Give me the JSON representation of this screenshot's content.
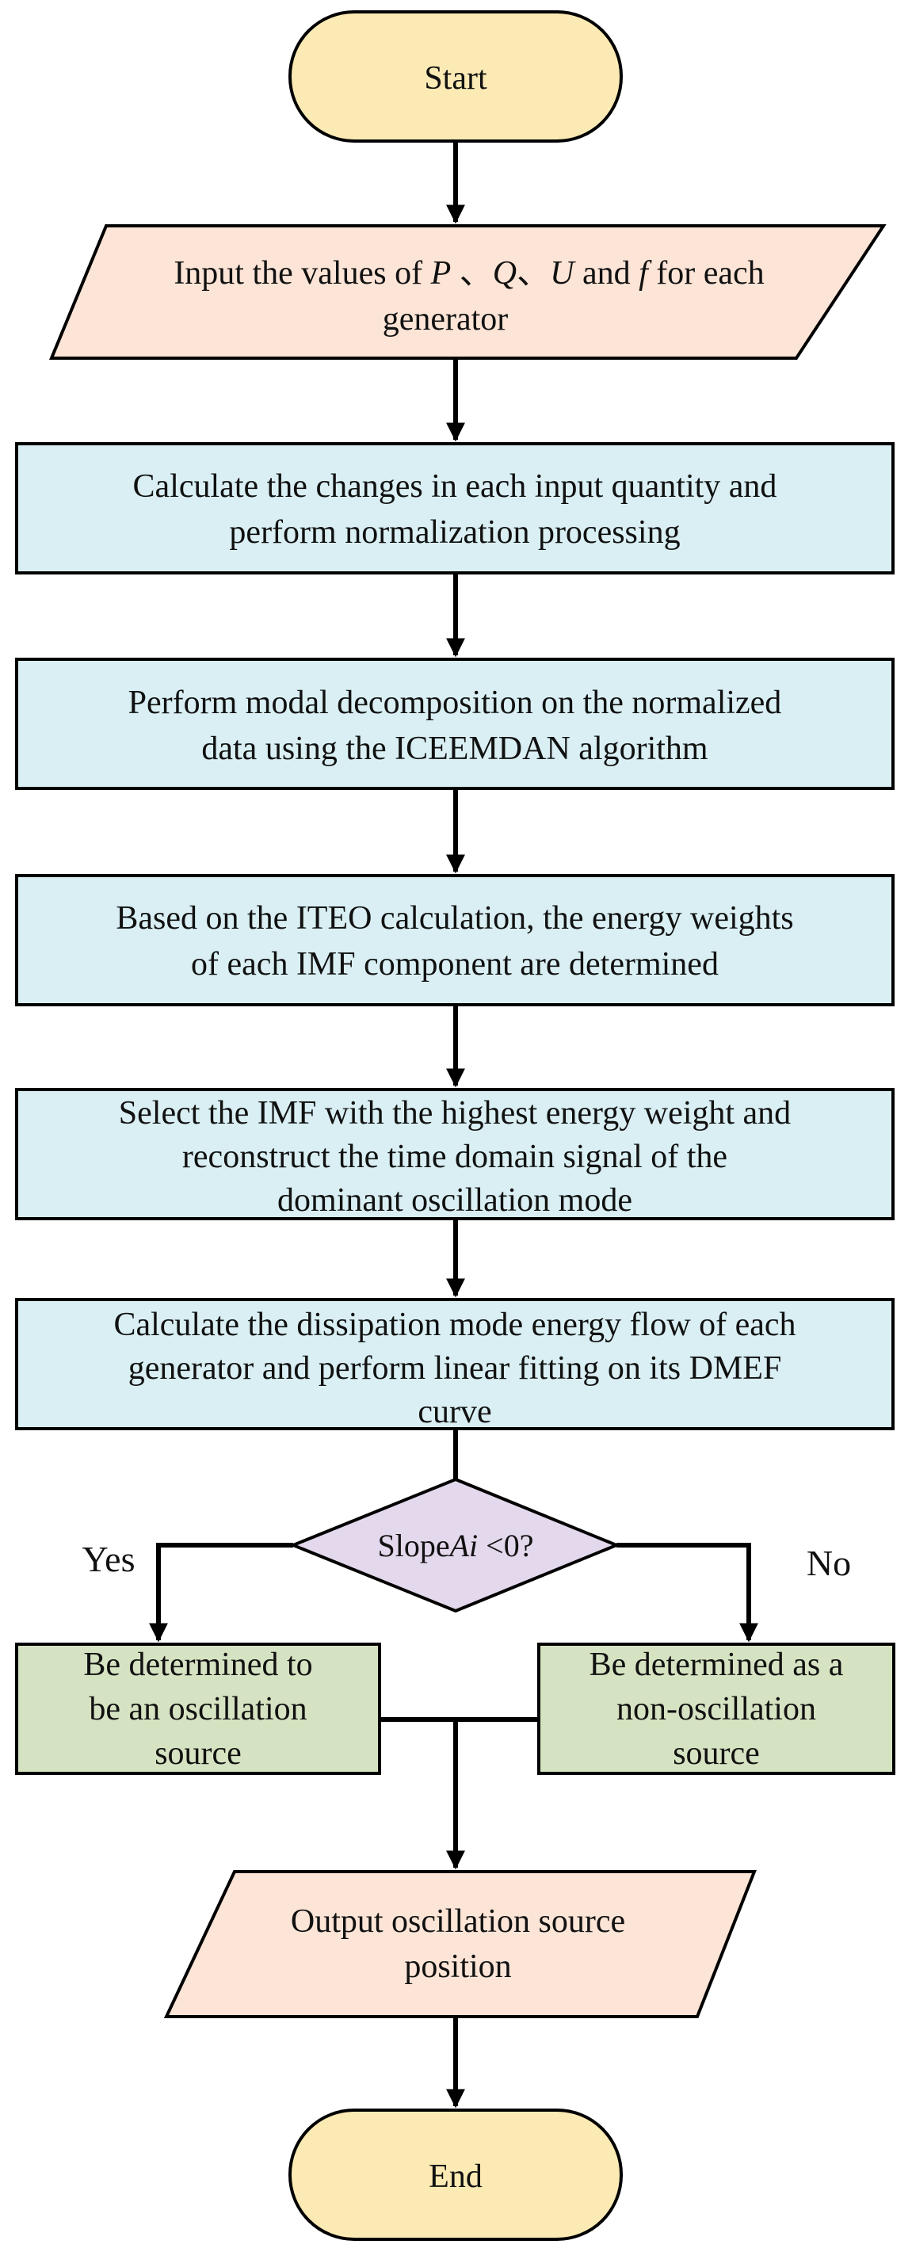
{
  "colors": {
    "terminal": "#FCEAB4",
    "io": "#FCE4D6",
    "process": "#D9EFF3",
    "decision": "#E4D8EC",
    "result": "#D6E3C2"
  },
  "nodes": {
    "start": "Start",
    "input": {
      "line1_pre": "Input the values of ",
      "var_p": "P",
      "sep1": " 、",
      "var_q": "Q",
      "sep2": "、",
      "var_u": "U",
      "and": " and ",
      "var_f": "f",
      "line1_post": " for each",
      "line2": "generator"
    },
    "step1": [
      "Calculate the changes in each input quantity and",
      "perform normalization processing"
    ],
    "step2": [
      "Perform modal decomposition on the normalized",
      "data using the ICEEMDAN algorithm"
    ],
    "step3": [
      "Based on the ITEO calculation, the energy weights",
      "of each IMF component are determined"
    ],
    "step4": [
      "Select the IMF with the highest energy weight and",
      "reconstruct the time domain signal of the",
      "dominant oscillation mode"
    ],
    "step5": [
      "Calculate the dissipation mode energy flow of each",
      "generator and perform linear fitting on its DMEF",
      "curve"
    ],
    "decision": {
      "prefix": "Slope",
      "var": "Ai",
      "suffix": " <0?"
    },
    "yes": "Yes",
    "no": "No",
    "result_yes": [
      "Be determined to",
      "be an oscillation",
      "source"
    ],
    "result_no": [
      "Be determined as a",
      "non-oscillation",
      "source"
    ],
    "output": [
      "Output oscillation source",
      "position"
    ],
    "end": "End"
  }
}
